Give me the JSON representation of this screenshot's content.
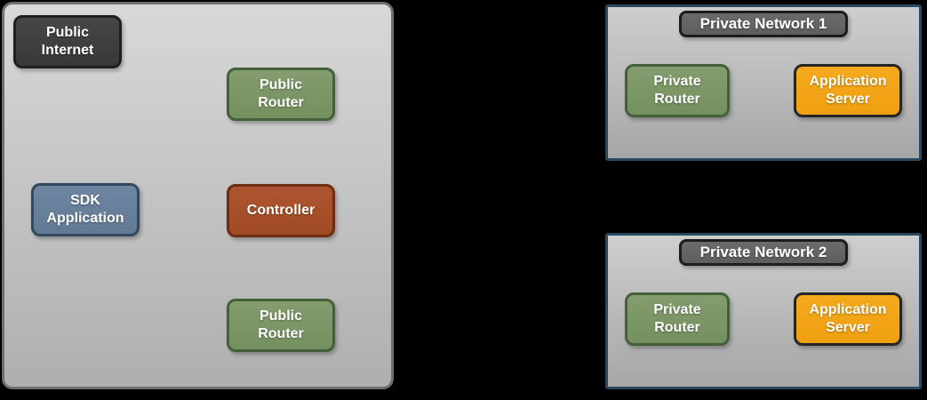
{
  "diagram": {
    "type": "network-architecture",
    "background": "#000000"
  },
  "public_zone": {
    "nodes": {
      "public_internet": "Public\nInternet",
      "public_router_top": "Public\nRouter",
      "sdk_application": "SDK\nApplication",
      "controller": "Controller",
      "public_router_bottom": "Public\nRouter"
    }
  },
  "private_networks": [
    {
      "title": "Private Network 1",
      "nodes": {
        "private_router": "Private\nRouter",
        "application_server": "Application\nServer"
      }
    },
    {
      "title": "Private Network 2",
      "nodes": {
        "private_router": "Private\nRouter",
        "application_server": "Application\nServer"
      }
    }
  ],
  "palette": {
    "public_zone": {
      "top": "#d8d8d8",
      "bottom": "#afafaf",
      "border": "#6e6e6e"
    },
    "network_zone": {
      "top": "#cecece",
      "bottom": "#a6a6a6",
      "border": "#27485e"
    },
    "dark_node": {
      "top": "#474747",
      "bottom": "#383838",
      "border": "#1f1f1f"
    },
    "green_node": {
      "top": "#849c6f",
      "bottom": "#75905f",
      "border": "#44603a"
    },
    "blue_node": {
      "top": "#6e86a1",
      "bottom": "#627a94",
      "border": "#33495f"
    },
    "rust_node": {
      "top": "#ad5530",
      "bottom": "#a14b25",
      "border": "#6e2e12"
    },
    "orange_node": {
      "top": "#f5a91c",
      "bottom": "#efa011",
      "border": "#252525"
    },
    "badge": {
      "top": "#6b6b6b",
      "bottom": "#5e5e5e",
      "border": "#1c1c1c"
    }
  }
}
